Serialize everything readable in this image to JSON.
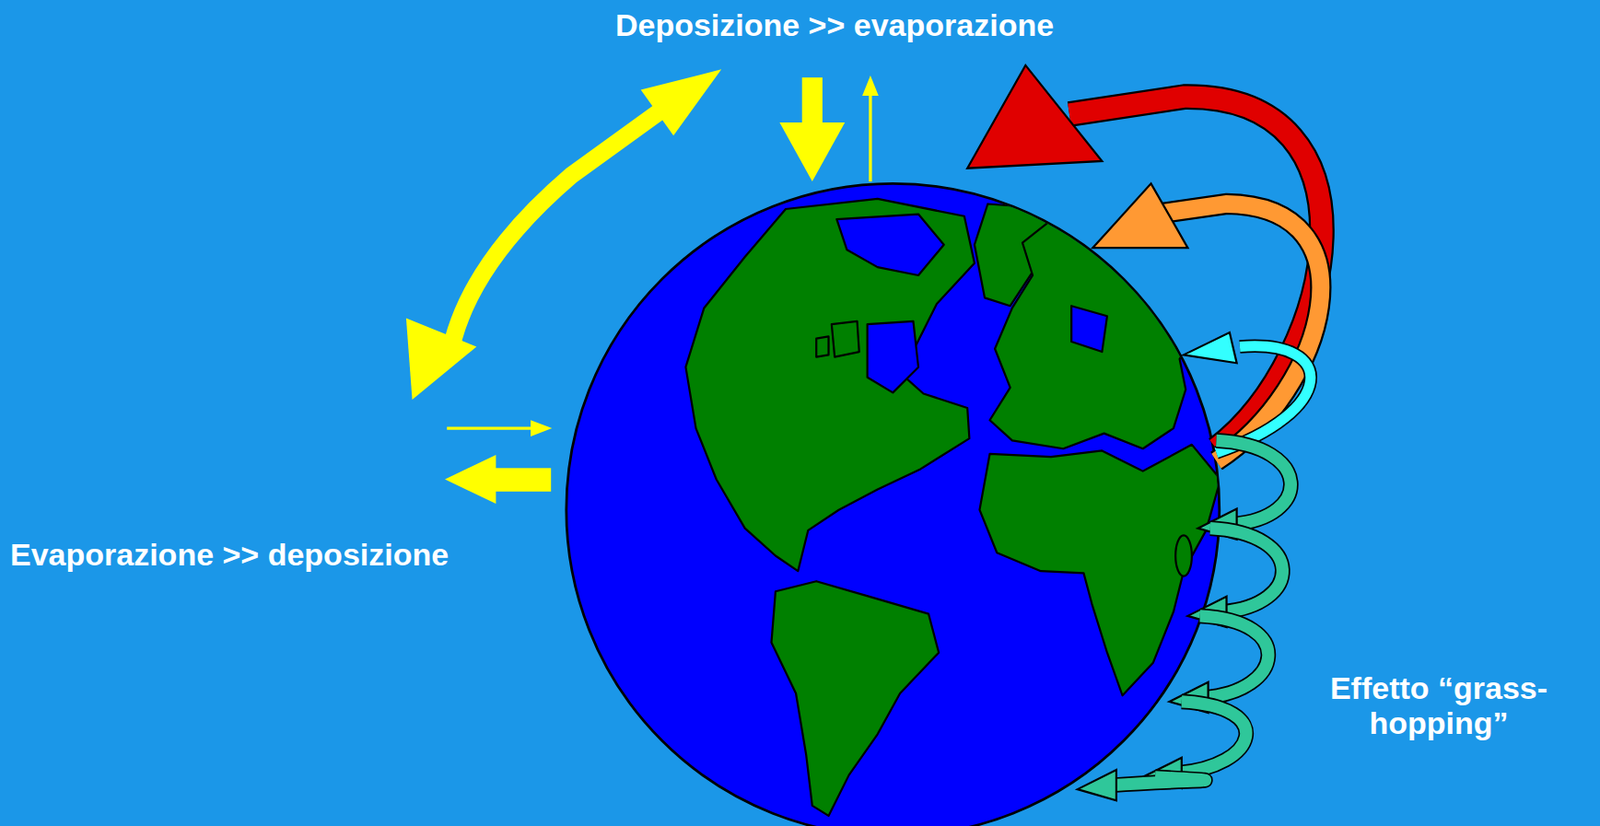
{
  "diagram": {
    "labels": [
      "Deposizione >> evaporazione",
      "Evaporazione >> deposizione",
      "Effetto “grass- hopping”"
    ]
  }
}
